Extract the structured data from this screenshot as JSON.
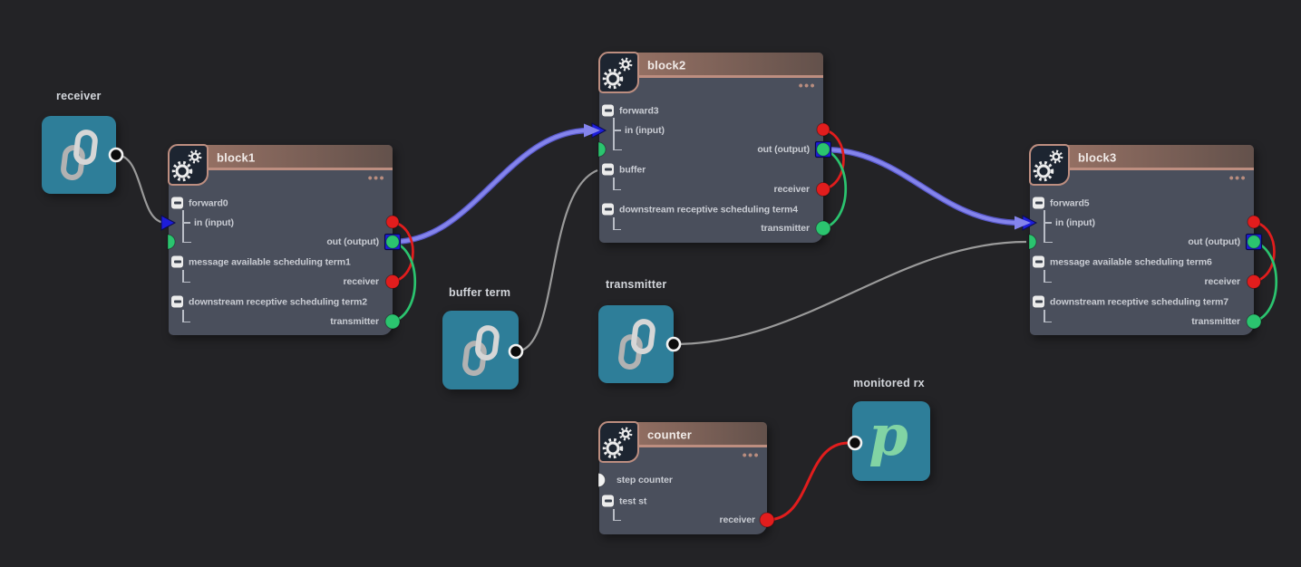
{
  "colors": {
    "background": "#232326",
    "node_body": "#4a4f5c",
    "node_header_a": "#9e7668",
    "node_header_b": "#63514b",
    "header_strip": "#bd8e80",
    "icon_box_bg": "#1d2531",
    "title_text": "#f1ebe8",
    "body_text": "#c9ccd3",
    "tree_line": "#b9bdc6",
    "dots": "#b98d7f",
    "tile_teal": "#2e7e99",
    "chain_light": "#d6d6d6",
    "chain_dark": "#b2b2b2",
    "p_glyph": "#82d4a4",
    "port_red": "#e11d1d",
    "port_green": "#2bc46f",
    "port_blue": "#1d1dda",
    "wire_purple": "#8484ec",
    "wire_purple_edge": "#5757c8",
    "wire_gray": "#9a9a9a",
    "wire_red": "#e11d1d",
    "port_black": "#0b0b0b",
    "port_ring": "#f2f2f2",
    "port_white": "#f2f2f2"
  },
  "icons": {
    "more_options": "•••",
    "section_collapse": "minus-in-square",
    "node_badge": "gears",
    "tile_badge": "chain-link"
  },
  "nodes": {
    "block1": {
      "title": "block1",
      "s1": "forward0",
      "s1c1": "in (input)",
      "s1c2": "out (output)",
      "s2": "message available scheduling term1",
      "s2c1": "receiver",
      "s3": "downstream receptive scheduling term2",
      "s3c1": "transmitter"
    },
    "block2": {
      "title": "block2",
      "s1": "forward3",
      "s1c1": "in (input)",
      "s1c2": "out (output)",
      "s2": "buffer",
      "s2c1": "receiver",
      "s3": "downstream receptive scheduling term4",
      "s3c1": "transmitter"
    },
    "block3": {
      "title": "block3",
      "s1": "forward5",
      "s1c1": "in (input)",
      "s1c2": "out (output)",
      "s2": "message available scheduling term6",
      "s2c1": "receiver",
      "s3": "downstream receptive scheduling term7",
      "s3c1": "transmitter"
    },
    "counter": {
      "title": "counter",
      "s1": "step counter",
      "s2": "test st",
      "s2c1": "receiver"
    }
  },
  "tiles": {
    "receiver": {
      "label": "receiver"
    },
    "buffer_term": {
      "label": "buffer term"
    },
    "transmitter": {
      "label": "transmitter"
    },
    "monitored_rx": {
      "label": "monitored rx",
      "glyph": "p"
    }
  },
  "connections": [
    {
      "from": "receiver",
      "to": "block1.in",
      "color": "gray"
    },
    {
      "from": "block1.out",
      "to": "block2.in",
      "color": "purple"
    },
    {
      "from": "buffer term",
      "to": "block2.buffer",
      "color": "gray"
    },
    {
      "from": "block2.out",
      "to": "block3.in",
      "color": "purple"
    },
    {
      "from": "transmitter",
      "to": "block3.message-port",
      "color": "gray"
    },
    {
      "from": "counter.receiver",
      "to": "monitored rx",
      "color": "red"
    },
    {
      "from": "block1.message-port",
      "to": "block1.receiver",
      "color": "red"
    },
    {
      "from": "block1.out",
      "to": "block1.transmitter",
      "color": "green"
    },
    {
      "from": "block2.message-port",
      "to": "block2.receiver",
      "color": "red"
    },
    {
      "from": "block2.out",
      "to": "block2.transmitter",
      "color": "green"
    },
    {
      "from": "block3.message-port",
      "to": "block3.receiver",
      "color": "red"
    },
    {
      "from": "block3.out",
      "to": "block3.transmitter",
      "color": "green"
    }
  ]
}
